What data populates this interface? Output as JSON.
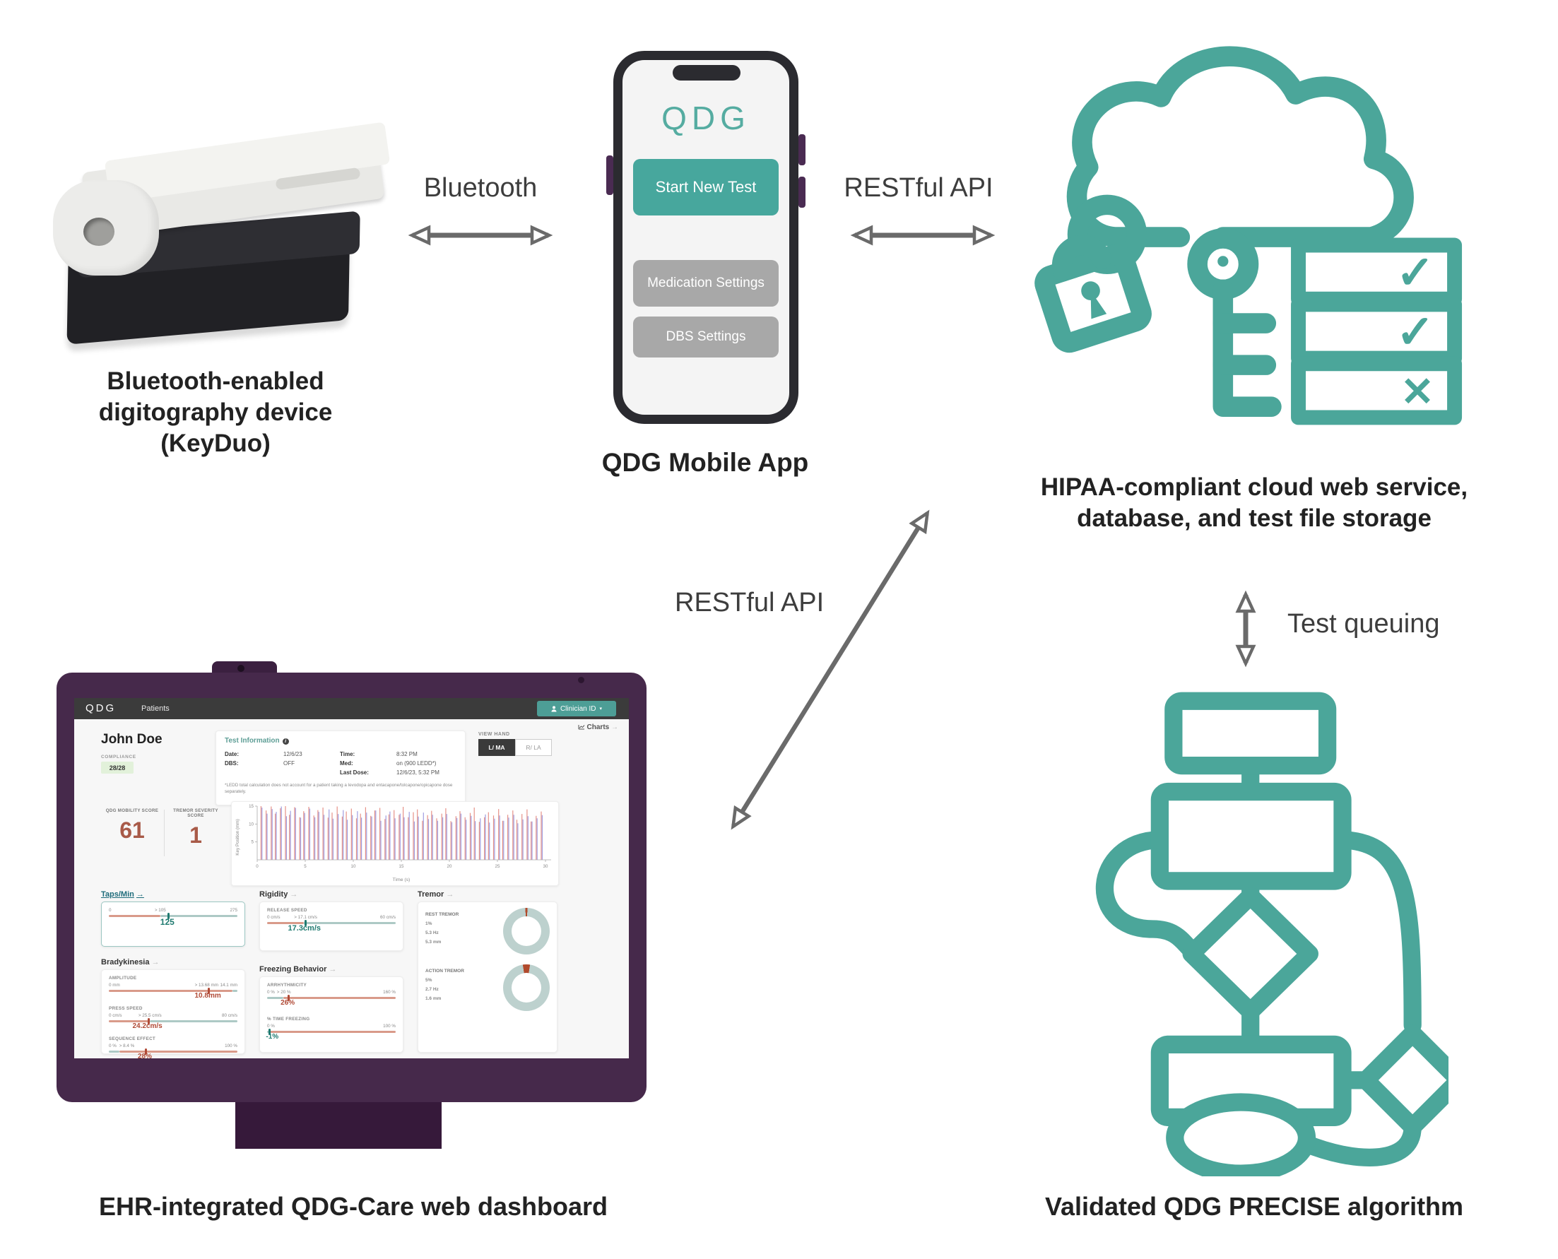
{
  "colors": {
    "teal": "#4ba69a",
    "purple_bezel": "#46294b",
    "arrow_gray": "#6a6a6a",
    "score_rust": "#a85a48",
    "donut_base": "#bdd1ce",
    "donut_slice": "#b14a2c",
    "series_red": "#e0776a",
    "series_blue": "#8884d8",
    "app_teal": "#47a79d",
    "app_gray": "#a8a8a8"
  },
  "ui": {
    "arrow": "→",
    "caret": "▾",
    "info": "i"
  },
  "diagram": {
    "device": {
      "caption_line1": "Bluetooth-enabled",
      "caption_line2": "digitography device",
      "caption_line3": "(KeyDuo)"
    },
    "mobile_app": {
      "logo": "QDG",
      "caption": "QDG Mobile App",
      "buttons": [
        "Start New Test",
        "Medication Settings",
        "DBS Settings"
      ]
    },
    "cloud": {
      "caption_line1": "HIPAA-compliant cloud web service,",
      "caption_line2": "database, and test file storage",
      "row_marks": [
        "✓",
        "✓",
        "✕"
      ]
    },
    "algorithm": {
      "caption": "Validated QDG PRECISE algorithm"
    },
    "dashboard_caption": "EHR-integrated QDG-Care web dashboard",
    "arrows": {
      "bluetooth": "Bluetooth",
      "restful_api_top": "RESTful API",
      "restful_api_diag": "RESTful API",
      "test_queuing": "Test queuing"
    }
  },
  "dashboard": {
    "nav": {
      "logo": "QDG",
      "menu": "Patients",
      "clinician": "Clinician ID"
    },
    "charts_link": "Charts",
    "patient": {
      "name": "John Doe",
      "compliance_label": "COMPLIANCE",
      "compliance_value": "28/28"
    },
    "test_info": {
      "title": "Test Information",
      "date_label": "Date:",
      "date": "12/6/23",
      "dbs_label": "DBS:",
      "dbs": "OFF",
      "time_label": "Time:",
      "time": "8:32 PM",
      "med_label": "Med:",
      "med": "on (900 LEDD*)",
      "last_dose_label": "Last Dose:",
      "last_dose": "12/6/23, 5:32 PM",
      "footnote": "*LEDD total calculation does not account for a patient taking a levodopa and entacapone/tolcapone/opicapone dose separately."
    },
    "view_hand": {
      "label": "VIEW HAND",
      "left": "L/ MA",
      "right": "R/ LA"
    },
    "scores": [
      {
        "label": "QDG MOBILITY SCORE",
        "value": "61"
      },
      {
        "label": "TREMOR SEVERITY SCORE",
        "value": "1"
      }
    ],
    "sections": {
      "taps": {
        "title": "Taps/Min",
        "min": "0",
        "threshold": "> 105",
        "max": "275",
        "value": "125"
      },
      "rigidity": {
        "title": "Rigidity",
        "metric": "RELEASE SPEED",
        "min": "0 cm/s",
        "threshold": "> 17.1 cm/s",
        "max": "60 cm/s",
        "value": "17.3cm/s"
      },
      "bradykinesia": {
        "title": "Bradykinesia",
        "metrics": [
          {
            "label": "AMPLITUDE",
            "min": "0 mm",
            "threshold": "> 13.68 mm",
            "max": "14.1 mm",
            "value": "10.8mm"
          },
          {
            "label": "PRESS SPEED",
            "min": "0 cm/s",
            "threshold": "> 25.5 cm/s",
            "max": "80 cm/s",
            "value": "24.2cm/s"
          },
          {
            "label": "SEQUENCE EFFECT",
            "min": "0 %",
            "threshold": "> 8.4 %",
            "max": "100 %",
            "value": "28%"
          }
        ]
      },
      "freezing": {
        "title": "Freezing Behavior",
        "metrics": [
          {
            "label": "ARRHYTHMICITY",
            "min": "0 %",
            "threshold": "> 20 %",
            "max": "160 %",
            "value": "26%"
          },
          {
            "label": "% TIME FREEZING",
            "min": "0 %",
            "max": "100 %",
            "value": "-1%"
          }
        ]
      },
      "tremor": {
        "title": "Tremor",
        "rest": {
          "label": "REST TREMOR",
          "percent": "1%",
          "hz": "5.3 Hz",
          "mm": "5.3 mm",
          "slice_pct": 1.5
        },
        "action": {
          "label": "ACTION TREMOR",
          "percent": "5%",
          "hz": "2.7 Hz",
          "mm": "1.6 mm",
          "slice_pct": 5
        }
      }
    }
  },
  "chart_data": {
    "type": "line",
    "title": "",
    "xlabel": "Time (s)",
    "ylabel": "Key Position (mm)",
    "xlim": [
      0,
      30
    ],
    "ylim": [
      0,
      15
    ],
    "xticks": [
      0,
      5,
      10,
      15,
      20,
      25,
      30
    ],
    "yticks": [
      5,
      10,
      15
    ],
    "grid": false,
    "legend": false,
    "t_start": 0.4,
    "t_step": 0.493,
    "series": [
      {
        "name": "key-position-red",
        "color": "#e0776a",
        "values": [
          15,
          13.8,
          14.9,
          12.9,
          14.4,
          15,
          12.6,
          14.7,
          11.9,
          13.6,
          14.8,
          12.4,
          13.9,
          14.6,
          11.8,
          13.2,
          14.9,
          12.1,
          13.5,
          14.3,
          11.6,
          12.9,
          14.7,
          12.3,
          13.8,
          14.5,
          11.4,
          12.7,
          13.9,
          12.6,
          14.8,
          11.9,
          13.3,
          14.1,
          10.9,
          12.5,
          13.7,
          11.6,
          12.9,
          14.4,
          10.8,
          12.2,
          13.6,
          11.9,
          13.1,
          14.6,
          10.6,
          11.9,
          13.3,
          12.4,
          14.2,
          10.9,
          12.6,
          13.8,
          11.2,
          12.8,
          14.1,
          10.7,
          12.3,
          13.5
        ]
      },
      {
        "name": "key-position-blue",
        "color": "#8884d8",
        "values": [
          14.6,
          12.9,
          14.2,
          13.4,
          14.9,
          12.2,
          13.7,
          14.5,
          11.8,
          13.1,
          14.3,
          11.9,
          13.4,
          12.6,
          14.1,
          11.5,
          12.8,
          13.9,
          11.2,
          12.5,
          13.6,
          11.8,
          13.2,
          12.1,
          13.8,
          10.9,
          12.4,
          13.5,
          11.6,
          12.9,
          11.9,
          13.4,
          10.7,
          12.1,
          13.2,
          11.4,
          12.6,
          10.9,
          11.9,
          12.8,
          10.5,
          11.7,
          12.9,
          11.2,
          12.3,
          10.8,
          11.6,
          12.7,
          10.4,
          11.5,
          12.4,
          10.9,
          11.8,
          12.6,
          10.2,
          11.3,
          12.2,
          10.7,
          11.6,
          12.5
        ]
      }
    ]
  }
}
